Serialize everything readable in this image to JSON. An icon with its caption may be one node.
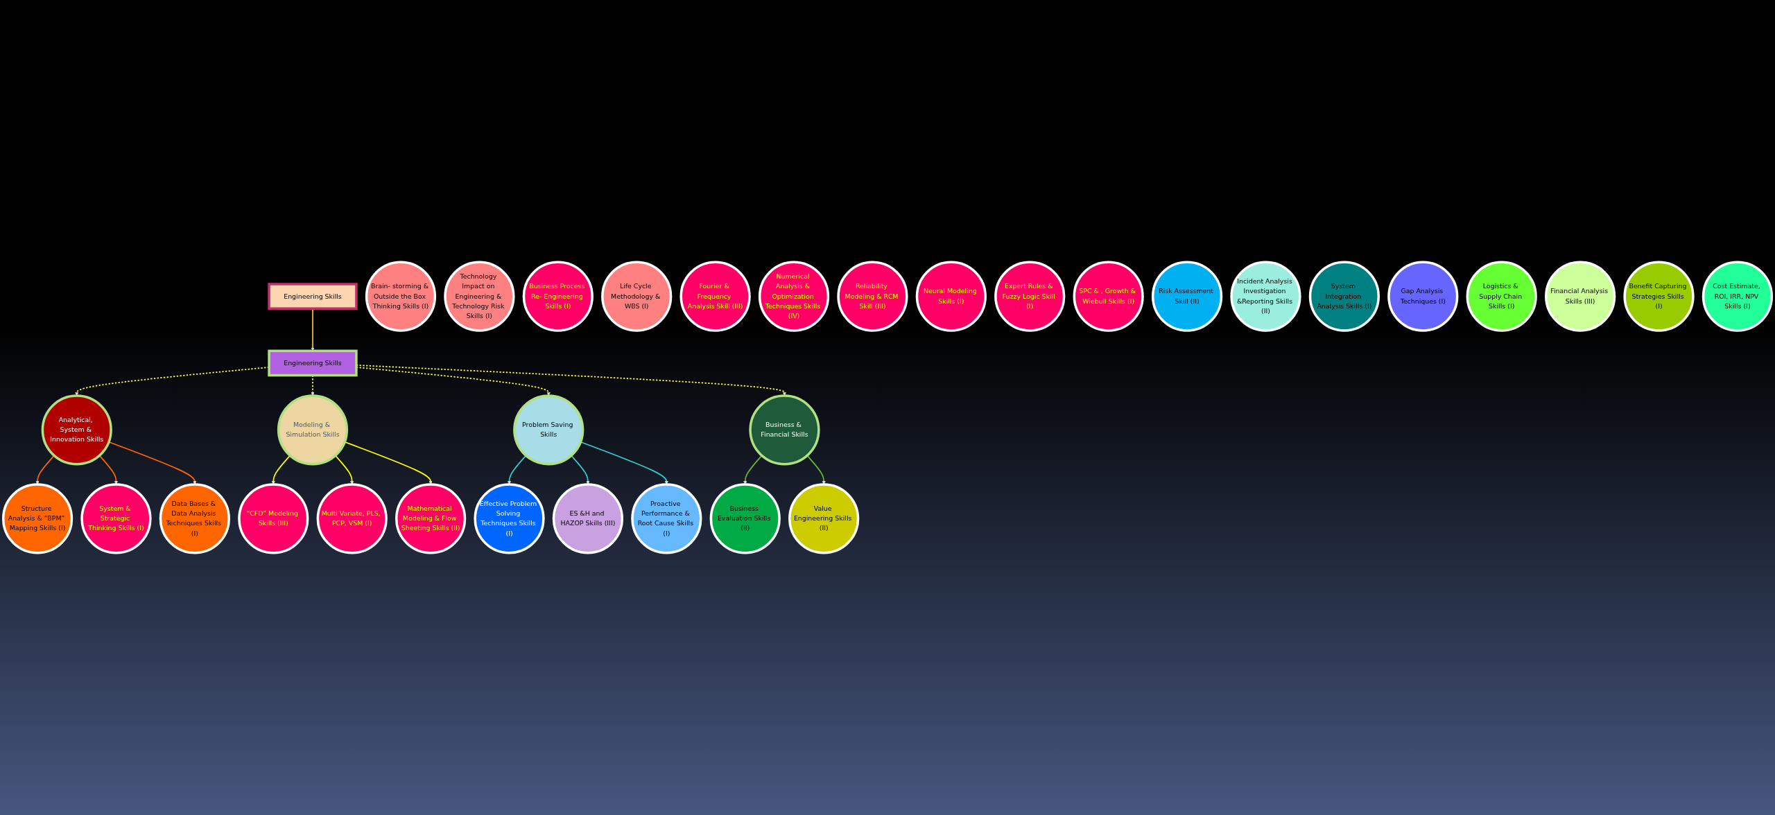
{
  "diagram": {
    "nodes": [
      {
        "text": [
          "Engineering Skills"
        ]
      },
      {
        "text": [
          "Engineering Skills"
        ]
      },
      {
        "text": [
          "Analytical, System & Innovation Skills"
        ]
      },
      {
        "text": [
          "Modeling & Simulation Skills"
        ]
      },
      {
        "text": [
          "Problem Saving Skills"
        ]
      },
      {
        "text": [
          "Business & Financial Skills"
        ]
      },
      {
        "text": [
          "Structure Analysis & “BPM” Mapping Skills (I)"
        ]
      },
      {
        "text": [
          "System & Strategic Thinking Skills (I)"
        ]
      },
      {
        "text": [
          "Data Bases & Data Analysis Techniques Skills (I)"
        ]
      },
      {
        "text": [
          "Brain- storming & Outside the Box Thinking Skills (I)"
        ]
      },
      {
        "text": [
          "Technology Impact on Engineering & Technology Risk Skills (I)"
        ]
      },
      {
        "text": [
          "Business Process Re- Engineering Skills (I)"
        ]
      },
      {
        "text": [
          "Life Cycle Methodology & WBS (I)"
        ]
      },
      {
        "text": [
          "“CFD” Modeling Skills (III)"
        ]
      },
      {
        "text": [
          "Multi Variate, PLS, PCP, VSM (I)"
        ]
      },
      {
        "text": [
          "Mathematical Modeling & Flow Sheeting Skills (II)"
        ]
      },
      {
        "text": [
          "Fourier & Frequency Analysis Skill (III)"
        ]
      },
      {
        "text": [
          "Numerical Analysis & Optimization Techniques Skills (IV)"
        ]
      },
      {
        "text": [
          "Reliability Modeling & RCM Skill (III)"
        ]
      },
      {
        "text": [
          "Neural Modeling Skills (I)"
        ]
      },
      {
        "text": [
          "Expert Rules & Fuzzy Logic Skill (I)"
        ]
      },
      {
        "text": [
          "SPC & , Growth & Wiebull Skills (I)"
        ]
      },
      {
        "text": [
          "Effective Problem Solving Techniques Skills (I)"
        ]
      },
      {
        "text": [
          "ES &H and HAZOP Skills (III)"
        ]
      },
      {
        "text": [
          "Proactive Performance & Root Cause Skills (I)"
        ]
      },
      {
        "text": [
          "Risk Assessment Skill (II)"
        ]
      },
      {
        "text": [
          "Incident Analysis Investigation &Reporting Skills (II)"
        ]
      },
      {
        "text": [
          "System Integration Analysis Skills (I)"
        ]
      },
      {
        "text": [
          "Gap Analysis Techniques (I)"
        ]
      },
      {
        "text": [
          "Logistics & Supply Chain Skills (I)"
        ]
      },
      {
        "text": [
          "Business Evaluation Skills (II)"
        ]
      },
      {
        "text": [
          "Value Engineering Skills (II)"
        ]
      },
      {
        "text": [
          "Financial Analysis Skills (III)"
        ]
      },
      {
        "text": [
          "Benefit Capturing Strategies Skills (I)"
        ]
      },
      {
        "text": [
          "Cost Estimate, ROI, IRR, NPV Skills (I)"
        ]
      }
    ],
    "edges": [
      {
        "from": 0,
        "to": 1,
        "arrow": "to",
        "color": "#f0c020"
      },
      {
        "from": 1,
        "to": 2,
        "arrow": "to",
        "style": "dashed",
        "color": "#ffff33"
      },
      {
        "from": 1,
        "to": 3,
        "arrow": "to",
        "style": "dashed",
        "color": "#ffff33"
      },
      {
        "from": 1,
        "to": 4,
        "arrow": "to",
        "style": "dashed",
        "color": "#ffff33"
      },
      {
        "from": 1,
        "to": 5,
        "arrow": "to",
        "style": "dashed",
        "color": "#ffff33"
      },
      {
        "from": 2,
        "to": 6,
        "arrow": "to",
        "color": "#ff6600"
      },
      {
        "from": 2,
        "to": 7,
        "arrow": "to",
        "color": "#ff6600"
      },
      {
        "from": 2,
        "to": 8,
        "arrow": "to",
        "color": "#ff6600"
      },
      {
        "from": 3,
        "to": 13,
        "arrow": "to",
        "color": "#ffff00"
      },
      {
        "from": 3,
        "to": 14,
        "arrow": "to",
        "color": "#ffff00"
      },
      {
        "from": 3,
        "to": 15,
        "arrow": "to",
        "color": "#ffff00"
      },
      {
        "from": 4,
        "to": 22,
        "arrow": "to",
        "color": "#33cccc"
      },
      {
        "from": 4,
        "to": 23,
        "arrow": "to",
        "color": "#33cccc"
      },
      {
        "from": 4,
        "to": 24,
        "arrow": "to",
        "color": "#33cccc"
      },
      {
        "from": 5,
        "to": 30,
        "arrow": "to",
        "color": "#66bb33"
      },
      {
        "from": 5,
        "to": 31,
        "arrow": "to",
        "color": "#66bb33"
      }
    ]
  }
}
